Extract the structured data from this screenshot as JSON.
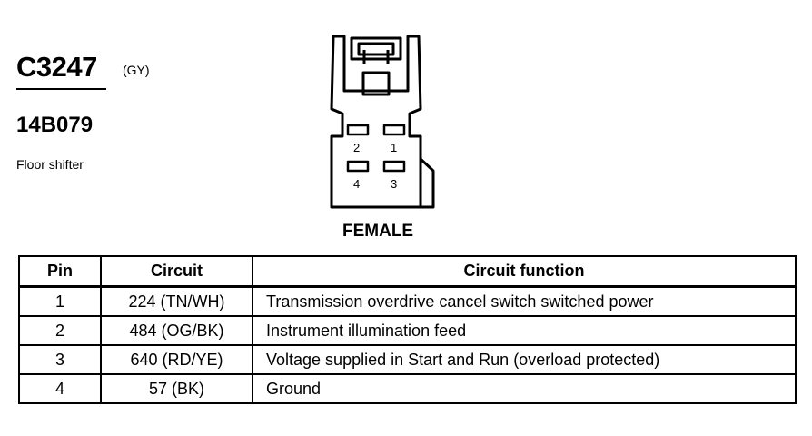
{
  "connector": {
    "id": "C3247",
    "color_code": "(GY)",
    "part_number": "14B079",
    "description": "Floor shifter",
    "gender": "FEMALE",
    "face_pins": [
      "2",
      "1",
      "4",
      "3"
    ]
  },
  "table": {
    "headers": {
      "pin": "Pin",
      "circuit": "Circuit",
      "function": "Circuit function"
    },
    "rows": [
      {
        "pin": "1",
        "circuit": "224 (TN/WH)",
        "function": "Transmission overdrive cancel switch switched power"
      },
      {
        "pin": "2",
        "circuit": "484 (OG/BK)",
        "function": "Instrument illumination feed"
      },
      {
        "pin": "3",
        "circuit": "640 (RD/YE)",
        "function": "Voltage supplied in Start and Run (overload protected)"
      },
      {
        "pin": "4",
        "circuit": "57 (BK)",
        "function": "Ground"
      }
    ]
  }
}
